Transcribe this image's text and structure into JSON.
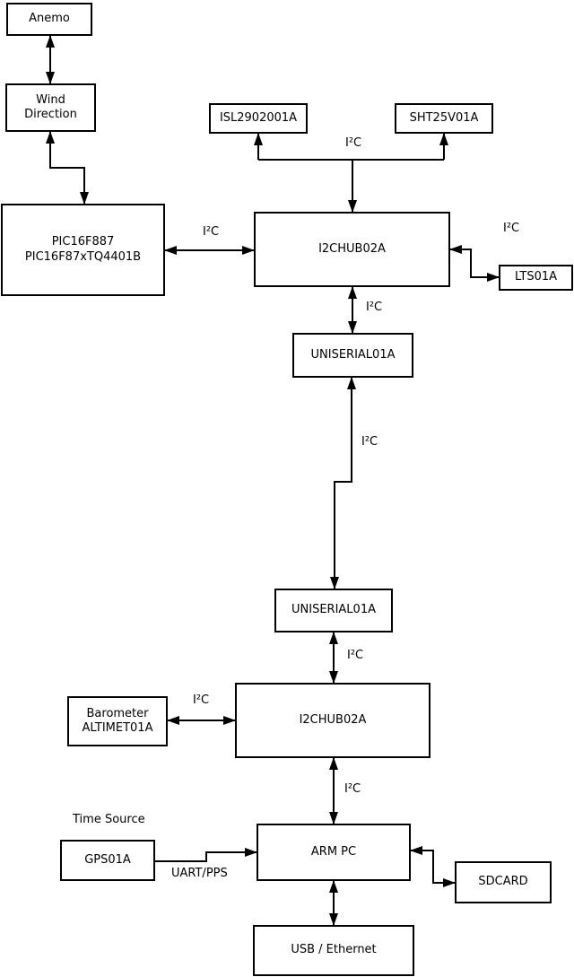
{
  "diagram": {
    "nodes": {
      "anemo": "Anemo",
      "wind_direction": "Wind\nDirection",
      "pic_controller": "PIC16F887\nPIC16F87xTQ4401B",
      "isl2902001a": "ISL2902001A",
      "sht25v01a": "SHT25V01A",
      "i2c_hub_top": "I2CHUB02A",
      "lts01a": "LTS01A",
      "uniserial_top": "UNISERIAL01A",
      "uniserial_bottom": "UNISERIAL01A",
      "barometer": "Barometer\nALTIMET01A",
      "i2c_hub_bottom": "I2CHUB02A",
      "gps01a": "GPS01A",
      "arm_pc": "ARM PC",
      "sdcard": "SDCARD",
      "usb_ethernet": "USB / Ethernet"
    },
    "labels": {
      "bus_top": "I²C",
      "pic_hub": "I²C",
      "hub_lts": "I²C",
      "hub_uniserial": "I²C",
      "uniserial_link": "I²C",
      "uniserial_hub2": "I²C",
      "barometer_hub": "I²C",
      "hub2_arm": "I²C",
      "time_source": "Time Source",
      "uart_pps": "UART/PPS"
    },
    "colors": {
      "line": "#000000",
      "text": "#000000",
      "box_fill": "#ffffff",
      "background": "#ffffff"
    }
  }
}
